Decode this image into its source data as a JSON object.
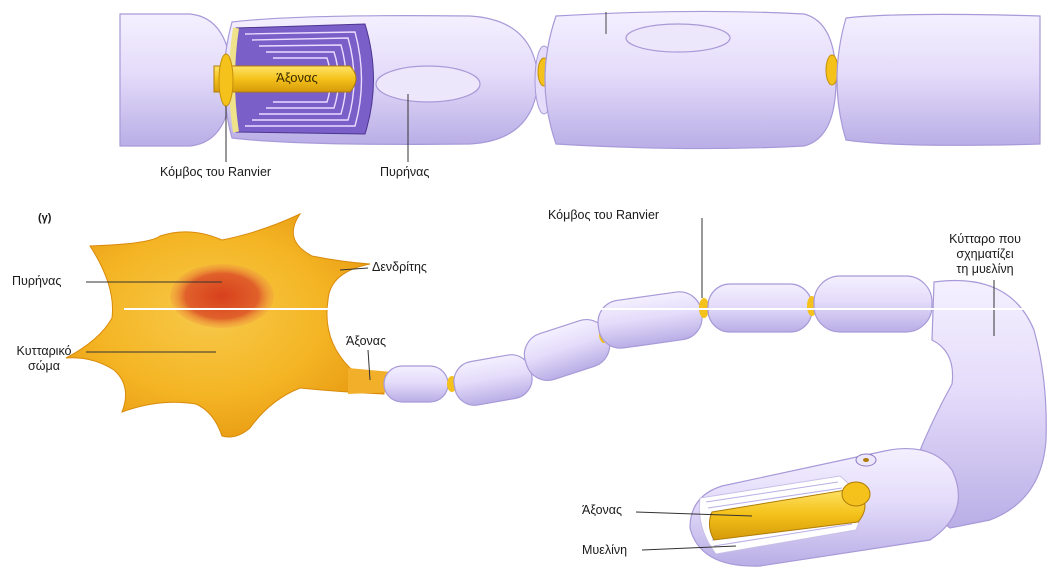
{
  "top_panel": {
    "axon_inner_label": "Άξονας",
    "node_label": "Κόμβος του Ranvier",
    "nucleus_label": "Πυρήνας"
  },
  "bottom_panel": {
    "panel_tag": "(γ)",
    "node_label": "Κόμβος του Ranvier",
    "schwann_label": [
      "Κύτταρο που",
      "σχηματίζει",
      "τη μυελίνη"
    ],
    "nucleus_label": "Πυρήνας",
    "dendrite_label": "Δενδρίτης",
    "cell_body_label": [
      "Κυτταρικό",
      "σώμα"
    ],
    "axon_label": "Άξονας",
    "cutaway_axon_label": "Άξονας",
    "myelin_label": "Μυελίνη"
  },
  "colors": {
    "myelin_fill": "#e6defa",
    "myelin_edge": "#a89ad8",
    "axon_yellow": "#f4c21a",
    "cell_orange": "#f2a81a",
    "nucleus_red": "#d9401e"
  }
}
